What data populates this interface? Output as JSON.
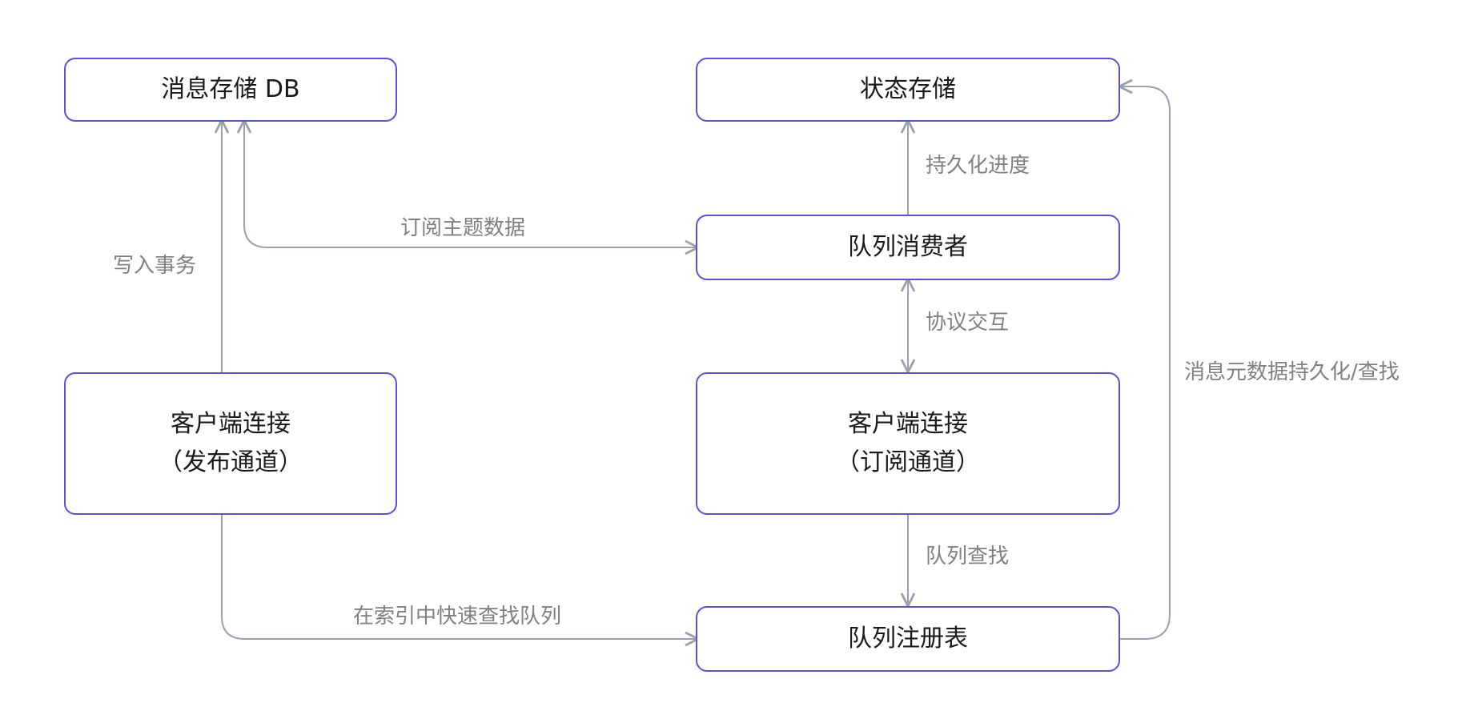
{
  "nodes": {
    "msg_store": {
      "label": "消息存储 DB"
    },
    "state_store": {
      "label": "状态存储"
    },
    "queue_consumer": {
      "label": "队列消费者"
    },
    "client_pub": {
      "line1": "客户端连接",
      "line2": "（发布通道）"
    },
    "client_sub": {
      "line1": "客户端连接",
      "line2": "（订阅通道）"
    },
    "queue_registry": {
      "label": "队列注册表"
    }
  },
  "edges": {
    "write_txn": "写入事务",
    "subscribe_topic": "订阅主题数据",
    "persist_progress": "持久化进度",
    "protocol": "协议交互",
    "queue_lookup": "队列查找",
    "index_lookup": "在索引中快速查找队列",
    "metadata": "消息元数据持久化/查找"
  },
  "colors": {
    "node_border": "#5b4fe6",
    "edge": "#9aa0ac",
    "edge_label": "#808080"
  }
}
